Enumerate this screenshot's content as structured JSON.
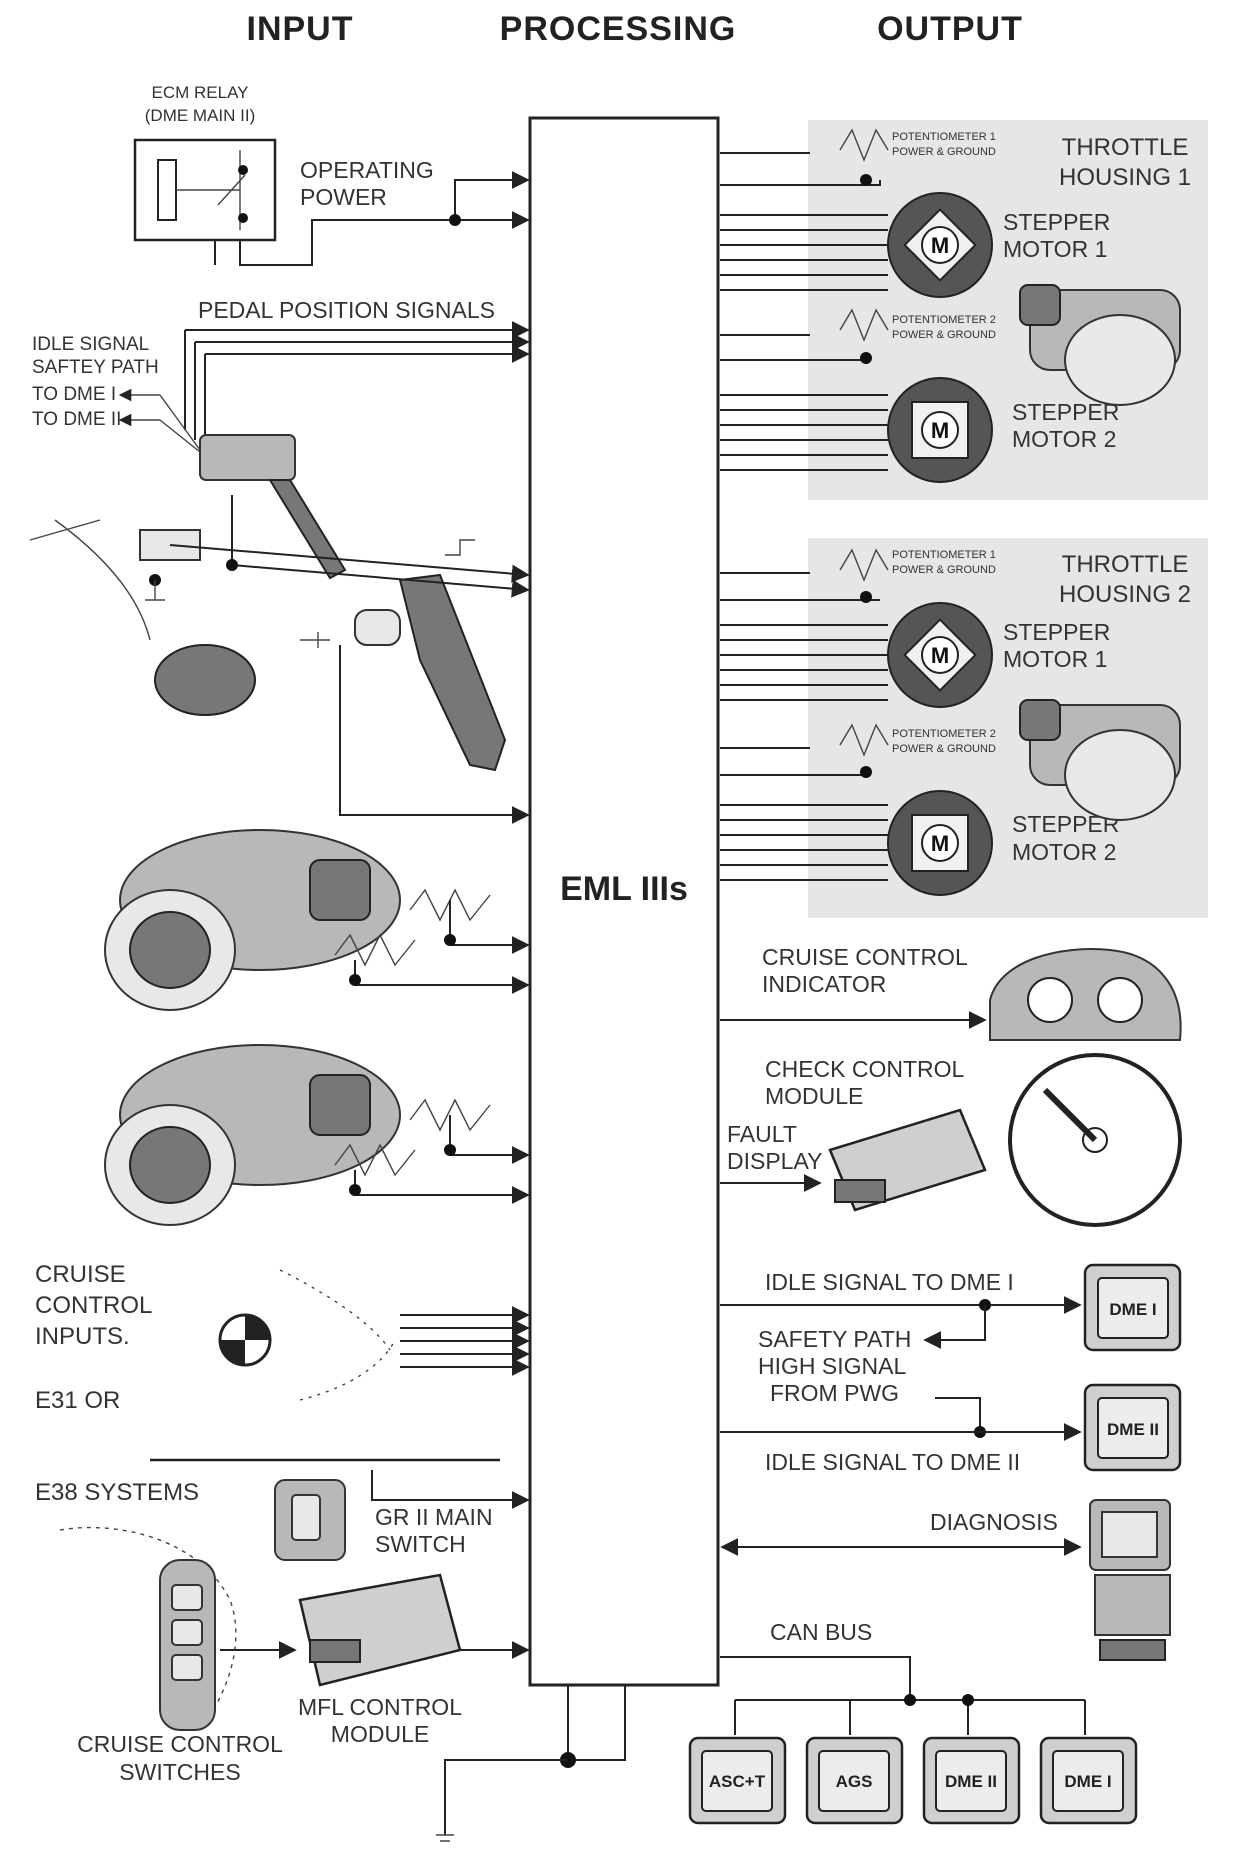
{
  "headers": {
    "input": "INPUT",
    "processing": "PROCESSING",
    "output": "OUTPUT"
  },
  "central_unit": {
    "label": "EML IIIs"
  },
  "inputs": {
    "ecm_relay": {
      "line1": "ECM RELAY",
      "line2": "(DME MAIN II)"
    },
    "operating_power": {
      "line1": "OPERATING",
      "line2": "POWER"
    },
    "pedal_position_signals": "PEDAL POSITION SIGNALS",
    "idle_signal": {
      "line1": "IDLE SIGNAL",
      "line2": "SAFTEY PATH",
      "line3": "TO DME I",
      "line4": "TO DME II"
    },
    "cruise_control_inputs": {
      "line1": "CRUISE",
      "line2": "CONTROL",
      "line3": "INPUTS.",
      "line4": "E31 OR"
    },
    "e38_systems": "E38 SYSTEMS",
    "gr_main_switch": {
      "line1": "GR II MAIN",
      "line2": "SWITCH"
    },
    "mfl_control_module": {
      "line1": "MFL CONTROL",
      "line2": "MODULE"
    },
    "cruise_control_switches": {
      "line1": "CRUISE CONTROL",
      "line2": "SWITCHES"
    }
  },
  "outputs": {
    "throttle_housing_1": {
      "title_line1": "THROTTLE",
      "title_line2": "HOUSING 1",
      "pot1_line1": "POTENTIOMETER 1",
      "pot1_line2": "POWER & GROUND",
      "stepper1_line1": "STEPPER",
      "stepper1_line2": "MOTOR 1",
      "pot2_line1": "POTENTIOMETER 2",
      "pot2_line2": "POWER & GROUND",
      "stepper2_line1": "STEPPER",
      "stepper2_line2": "MOTOR 2"
    },
    "throttle_housing_2": {
      "title_line1": "THROTTLE",
      "title_line2": "HOUSING 2",
      "pot1_line1": "POTENTIOMETER 1",
      "pot1_line2": "POWER & GROUND",
      "stepper1_line1": "STEPPER",
      "stepper1_line2": "MOTOR 1",
      "pot2_line1": "POTENTIOMETER 2",
      "pot2_line2": "POWER & GROUND",
      "stepper2_line1": "STEPPER",
      "stepper2_line2": "MOTOR 2"
    },
    "motor_symbol": "M",
    "cruise_control_indicator": {
      "line1": "CRUISE CONTROL",
      "line2": "INDICATOR"
    },
    "check_control_module": {
      "line1": "CHECK CONTROL",
      "line2": "MODULE"
    },
    "fault_display": {
      "line1": "FAULT",
      "line2": "DISPLAY"
    },
    "idle_signal_dme1": "IDLE SIGNAL TO DME I",
    "safety_path": {
      "line1": "SAFETY PATH",
      "line2": "HIGH SIGNAL",
      "line3": "FROM PWG"
    },
    "idle_signal_dme2": "IDLE SIGNAL TO DME II",
    "dme1_module": "DME I",
    "dme2_module": "DME II",
    "diagnosis": "DIAGNOSIS",
    "can_bus": "CAN BUS",
    "can_modules": [
      "ASC+T",
      "AGS",
      "DME II",
      "DME I"
    ]
  }
}
